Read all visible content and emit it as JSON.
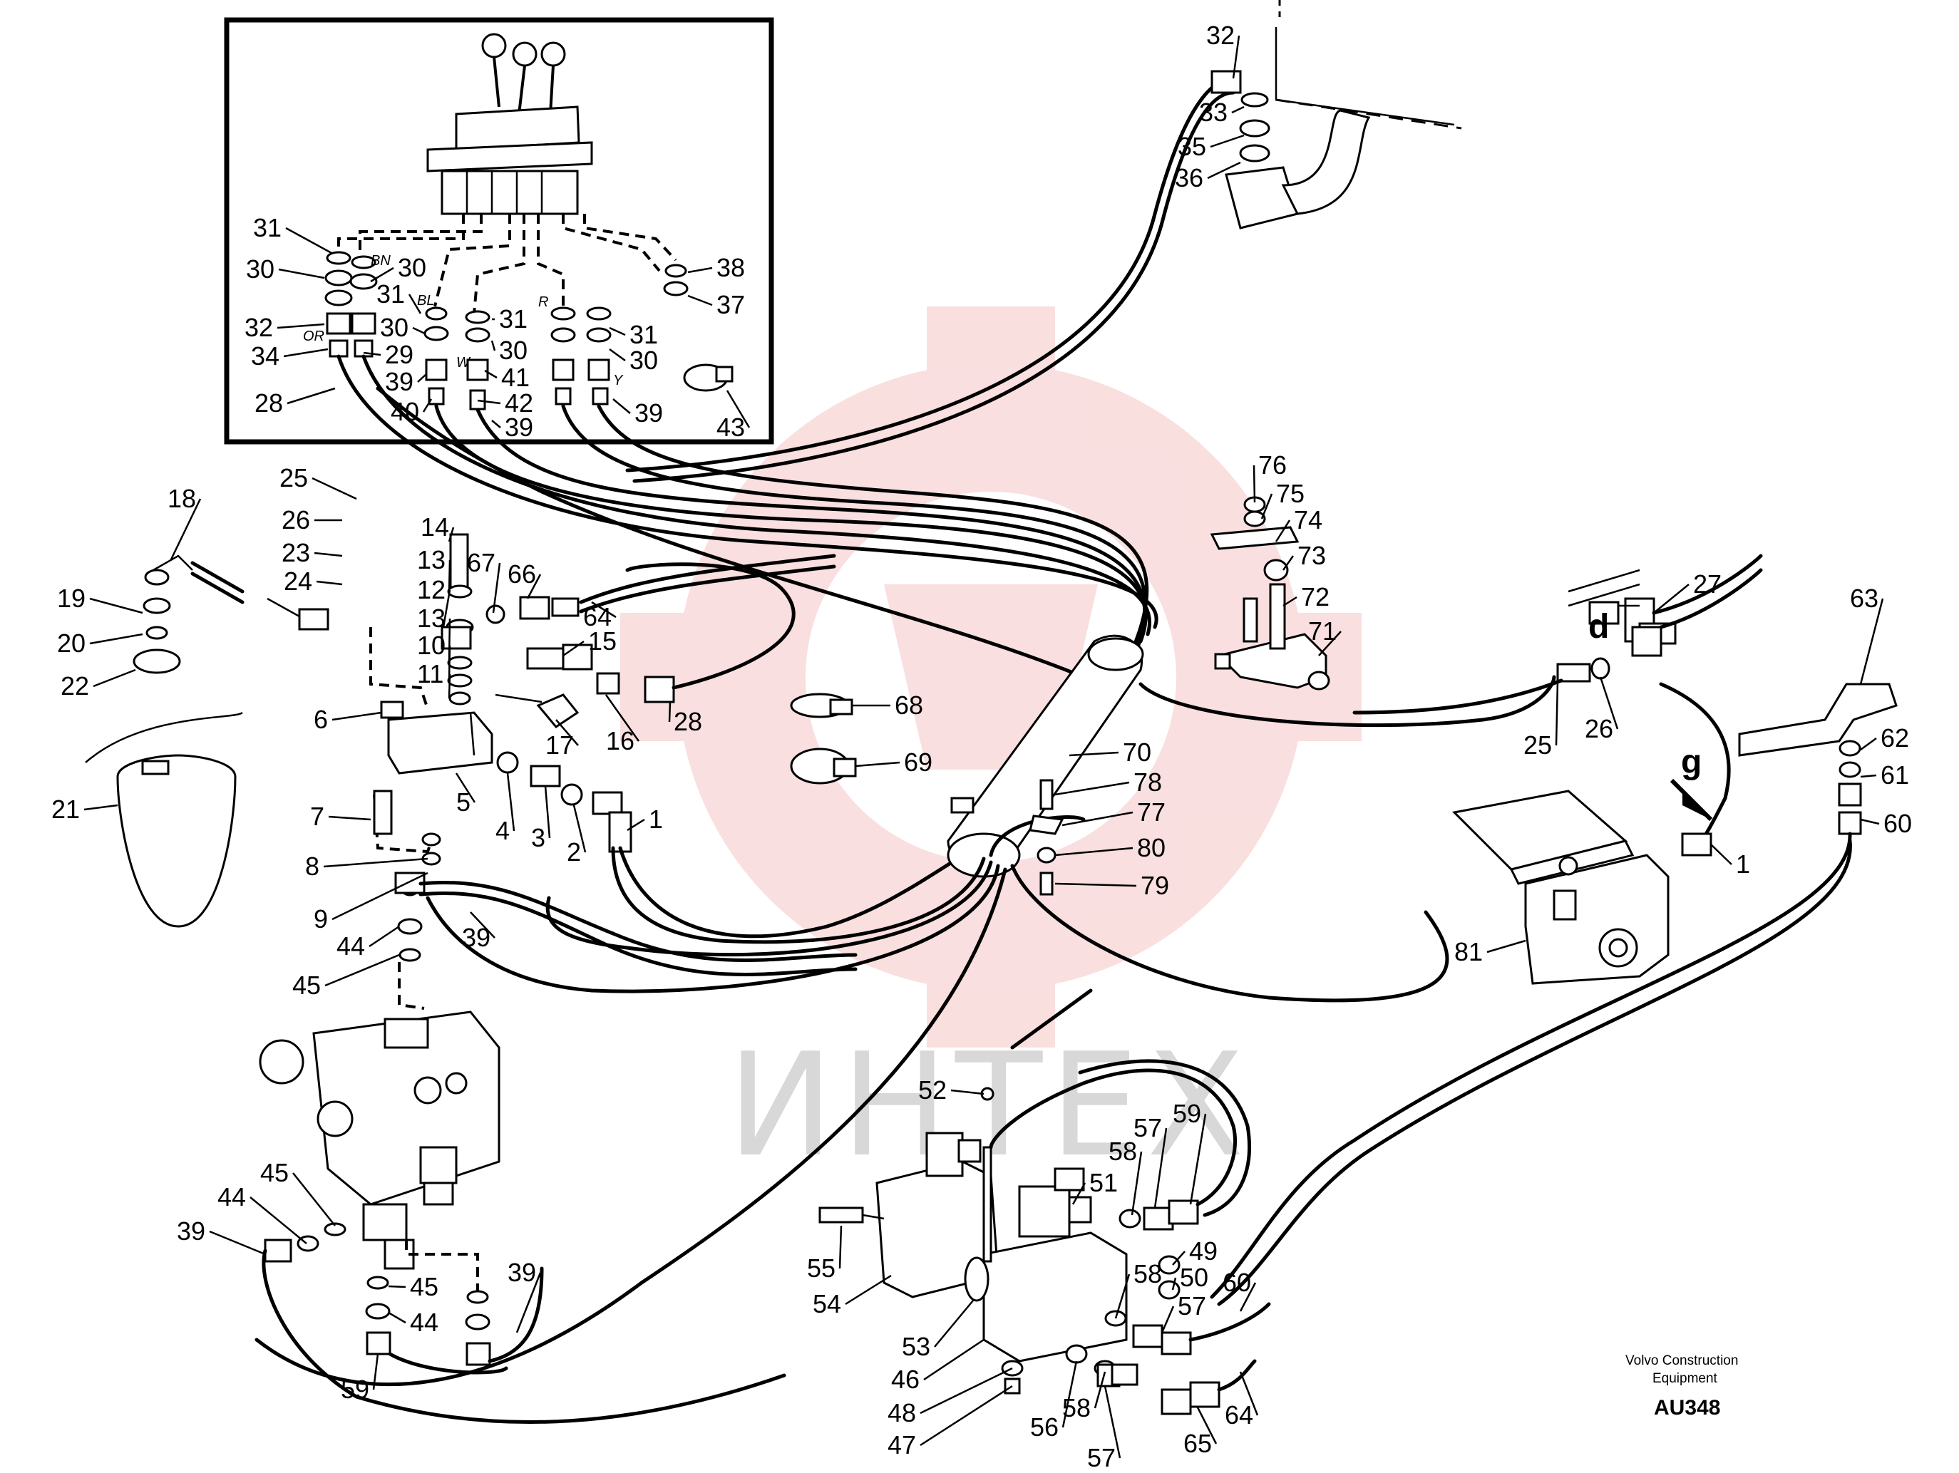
{
  "labels_inset": {
    "l31a": "31",
    "l30a": "30",
    "l32a": "32",
    "l34": "34",
    "l28a": "28",
    "l30b": "30",
    "l31b": "31",
    "l30c": "30",
    "l29": "29",
    "l39a": "39",
    "l40": "40",
    "l31c": "31",
    "l30d": "30",
    "l41": "41",
    "l42": "42",
    "l39b": "39",
    "l31d": "31",
    "l30e": "30",
    "l39c": "39",
    "l38": "38",
    "l37": "37",
    "l43": "43"
  },
  "labels_inset_ann": {
    "bn": "BN",
    "bl": "BL",
    "r": "R",
    "w": "W",
    "y": "Y",
    "or": "OR"
  },
  "labels_top_right": {
    "l32": "32",
    "l33": "33",
    "l35": "35",
    "l36": "36"
  },
  "labels_left": {
    "l18": "18",
    "l19": "19",
    "l20": "20",
    "l22": "22",
    "l21": "21",
    "l25": "25",
    "l26": "26",
    "l23": "23",
    "l24": "24",
    "l14": "14",
    "l13a": "13",
    "l12": "12",
    "l13b": "13",
    "l10": "10",
    "l11": "11",
    "l67": "67",
    "l66": "66",
    "l64": "64",
    "l15": "15",
    "l16": "16",
    "l17": "17",
    "l28": "28",
    "l6": "6",
    "l5": "5",
    "l7": "7",
    "l8": "8",
    "l9": "9",
    "l4": "4",
    "l3": "3",
    "l2": "2",
    "l1": "1",
    "l68": "68",
    "l69": "69",
    "l39": "39",
    "l44": "44",
    "l45": "45"
  },
  "labels_center": {
    "l76": "76",
    "l75": "75",
    "l74": "74",
    "l73": "73",
    "l72": "72",
    "l71": "71",
    "l70": "70",
    "l78": "78",
    "l77": "77",
    "l80": "80",
    "l79": "79"
  },
  "labels_right": {
    "l27": "27",
    "d": "d",
    "l25": "25",
    "l26": "26",
    "g": "g",
    "l1": "1",
    "l81": "81",
    "l63": "63",
    "l62": "62",
    "l61": "61",
    "l60": "60"
  },
  "labels_bottom_left": {
    "l45a": "45",
    "l44a": "44",
    "l39a": "39",
    "l45b": "45",
    "l44b": "44",
    "l39b": "39",
    "l59": "59"
  },
  "labels_bottom_center": {
    "l52": "52",
    "l51": "51",
    "l58a": "58",
    "l57a": "57",
    "l59": "59",
    "l55": "55",
    "l54": "54",
    "l53": "53",
    "l46": "46",
    "l48": "48",
    "l47": "47",
    "l49": "49",
    "l50": "50",
    "l60": "60",
    "l58b": "58",
    "l57b": "57",
    "l56": "56",
    "l58c": "58",
    "l57c": "57",
    "l65": "65",
    "l64": "64"
  },
  "footer": {
    "line1": "Volvo Construction",
    "line2": "Equipment",
    "code": "AU348"
  },
  "watermark": {
    "text": "ИНТЕХ",
    "color": "#f3b9b9"
  }
}
